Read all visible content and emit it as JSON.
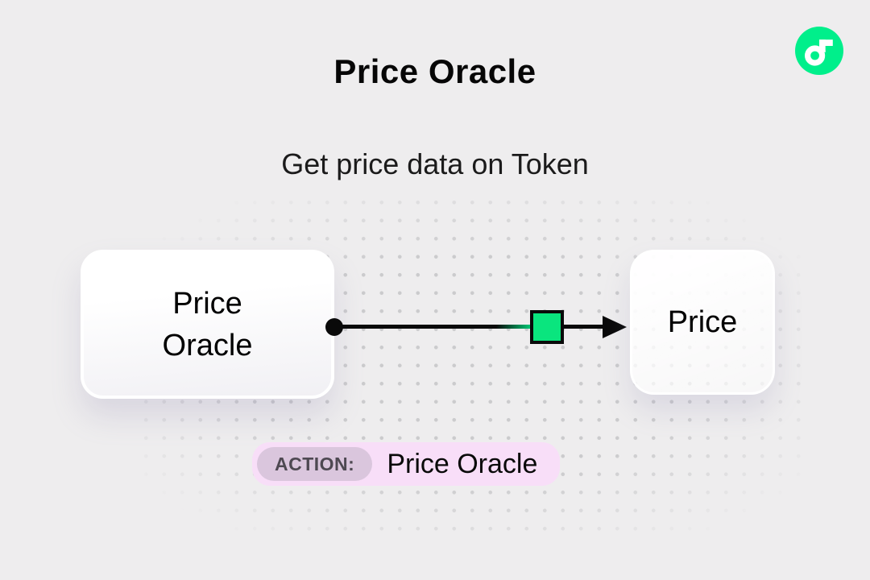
{
  "page": {
    "background_color": "#EEEDEE",
    "dot_pattern_color": "#CBCBCD"
  },
  "header": {
    "title": "Price Oracle",
    "subtitle": "Get price data on Token"
  },
  "logo": {
    "name": "flow-logo",
    "brand_color": "#00EF8B"
  },
  "diagram": {
    "source_node": {
      "label_line1": "Price",
      "label_line2": "Oracle"
    },
    "target_node": {
      "label": "Price"
    },
    "connector": {
      "line_color": "#0A0A0A",
      "marker_color": "#0AE57E"
    }
  },
  "action_badge": {
    "label": "ACTION:",
    "value": "Price Oracle",
    "outer_color": "#F8DEF8",
    "label_pill_color": "#DAC6DD"
  }
}
